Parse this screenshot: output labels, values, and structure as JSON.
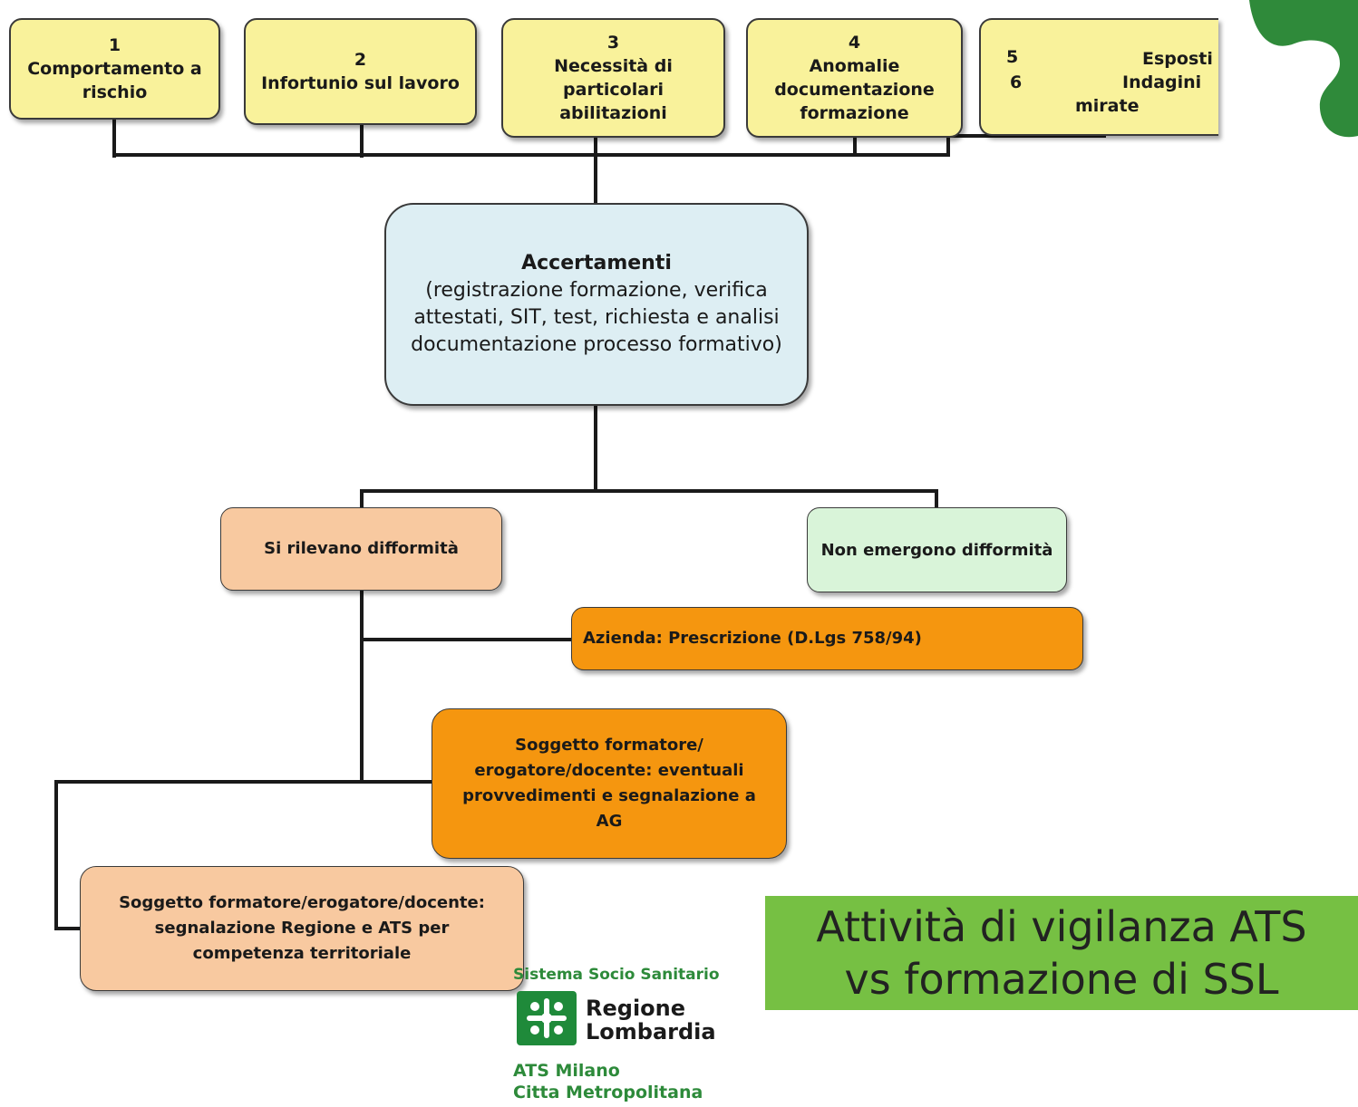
{
  "top_boxes": [
    {
      "num": "1",
      "label": "Comportamento a rischio"
    },
    {
      "num": "2",
      "label": "Infortunio sul lavoro"
    },
    {
      "num": "3",
      "label": "Necessità di particolari abilitazioni"
    },
    {
      "num": "4",
      "label": "Anomalie documentazione formazione"
    },
    {
      "num": "5",
      "num2": "6",
      "label_a": "Esposti",
      "label_b": "Indagini",
      "label_c": "mirate"
    }
  ],
  "accertamenti": {
    "title": "Accertamenti",
    "text": "(registrazione formazione, verifica attestati, SIT, test, richiesta e analisi documentazione processo formativo)"
  },
  "difformita_si": "Si rilevano difformità",
  "difformita_no": "Non emergono difformità",
  "azienda": "Azienda: Prescrizione (D.Lgs 758/94)",
  "soggetto_ag": "Soggetto formatore/ erogatore/docente: eventuali provvedimenti e segnalazione a AG",
  "soggetto_regione": "Soggetto formatore/erogatore/docente: segnalazione Regione e ATS per competenza  territoriale",
  "title_band": {
    "line1": "Attività di vigilanza ATS",
    "line2": "vs formazione di SSL"
  },
  "logo": {
    "tag": "Sistema Socio Sanitario",
    "brand": "Regione\nLombardia",
    "ats": "ATS Milano\nCitta Metropolitana",
    "icon": "regione-lombardia-rosa-camuna"
  },
  "colors": {
    "yellow": "#f9f29b",
    "blue": "#ddeef3",
    "peach": "#f8c9a0",
    "green": "#d9f4d9",
    "orange": "#f5960f",
    "band": "#76c043"
  }
}
